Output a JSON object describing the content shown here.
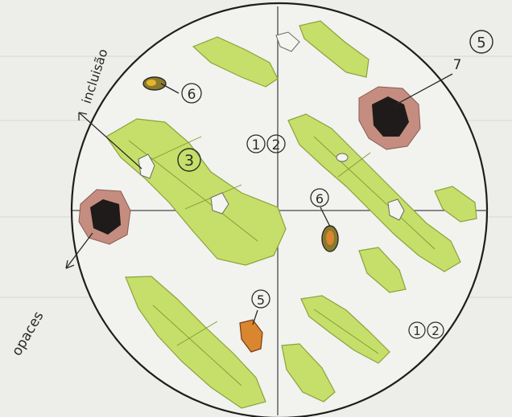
{
  "labels": {
    "inclusion": "incluisão",
    "opaques": "opaces",
    "n1": "1",
    "n2": "2",
    "n3": "3",
    "n5": "5",
    "n6": "6",
    "n7": "7"
  },
  "colors": {
    "paper": "#ededea",
    "mineral_green": "#c6df6a",
    "mineral_green_dark": "#9fbf3d",
    "opaque_core": "#1f1b1a",
    "opaque_rim": "#c48d80",
    "mineral_orange": "#d9862f",
    "mineral_olive": "#8a7a2c",
    "ink": "#2a2a2a"
  }
}
